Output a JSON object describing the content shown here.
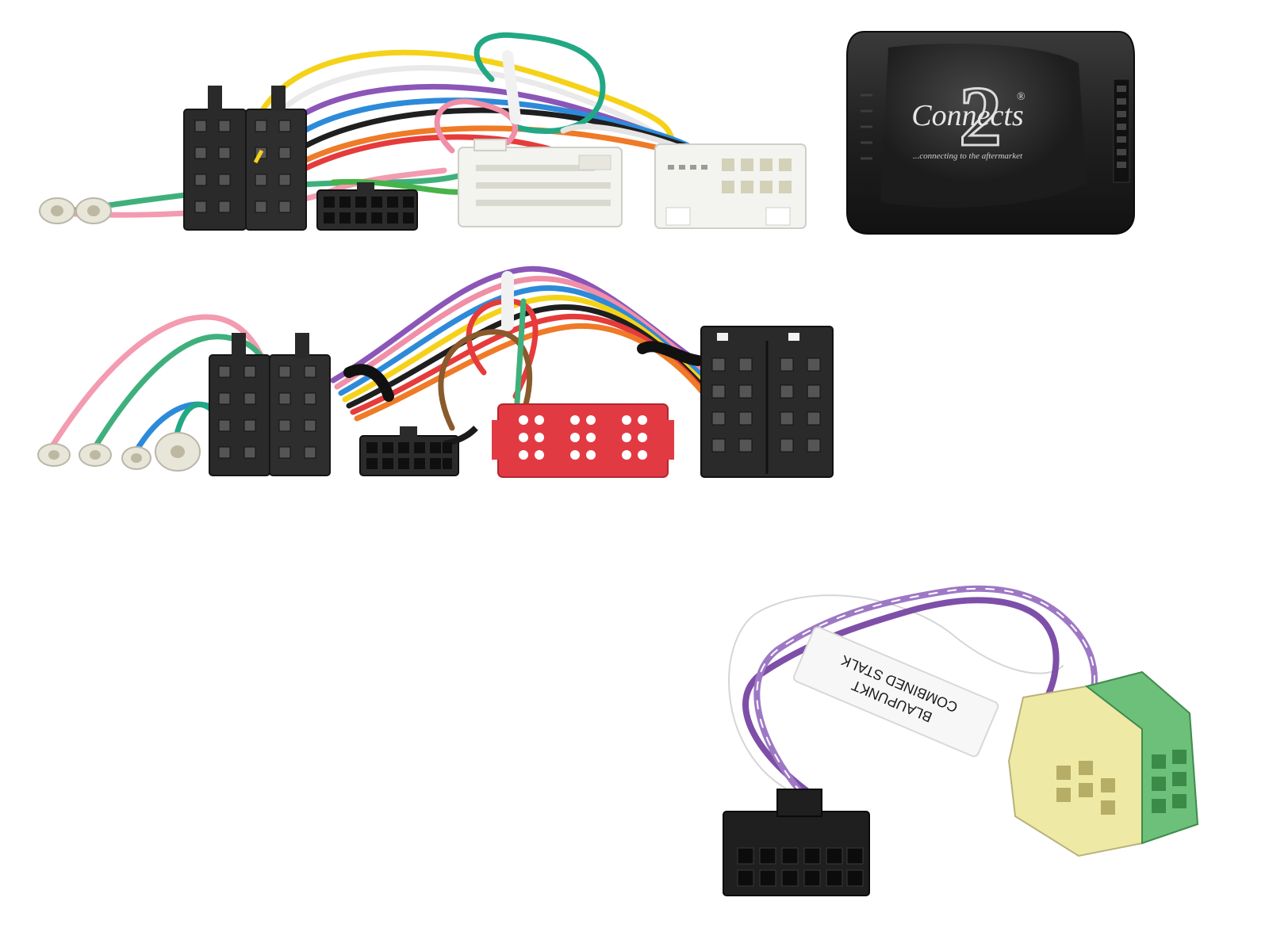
{
  "product": {
    "brand": {
      "digit": "2",
      "wordmark": "Connects",
      "registered": "®",
      "tagline": "...connecting to the aftermarket"
    },
    "cable_label": {
      "line1": "BLAUPUNKT",
      "line2": "COMBINED STALK"
    },
    "colors": {
      "background": "#ffffff",
      "connector_black": "#2a2a2a",
      "connector_white": "#f3f3ef",
      "connector_red": "#e23a43",
      "connector_yellow": "#efe9a6",
      "connector_green": "#6cc07a",
      "wire_purple": "#7e4fa8",
      "interface_box": "#262626"
    }
  }
}
